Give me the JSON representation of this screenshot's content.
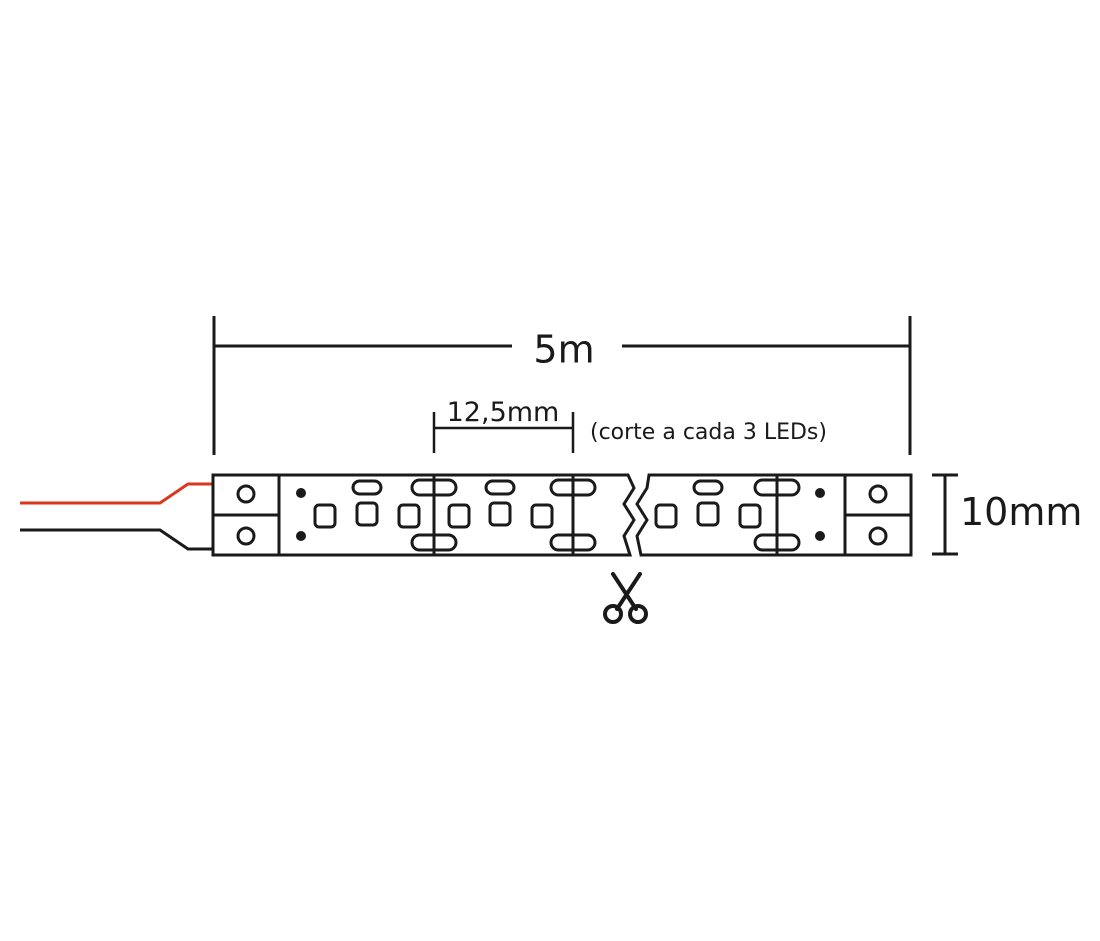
{
  "dimensions": {
    "length_label": "5m",
    "pitch_label": "12,5mm",
    "cut_note": "(corte a cada 3 LEDs)",
    "width_label": "10mm"
  },
  "icons": {
    "cut": "scissors-icon"
  },
  "colors": {
    "line": "#1a1a1a",
    "positive_wire": "#d9381e",
    "background": "#ffffff"
  }
}
